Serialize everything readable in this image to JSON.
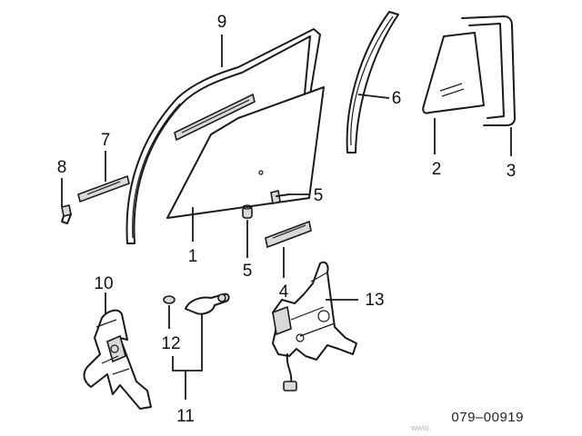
{
  "diagram": {
    "callouts": {
      "c1": "1",
      "c2": "2",
      "c3": "3",
      "c4": "4",
      "c5a": "5",
      "c5b": "5",
      "c6": "6",
      "c7": "7",
      "c8": "8",
      "c9": "9",
      "c10": "10",
      "c11": "11",
      "c12": "12",
      "c13": "13"
    },
    "diagram_code": "079–00919",
    "watermark": "www."
  }
}
